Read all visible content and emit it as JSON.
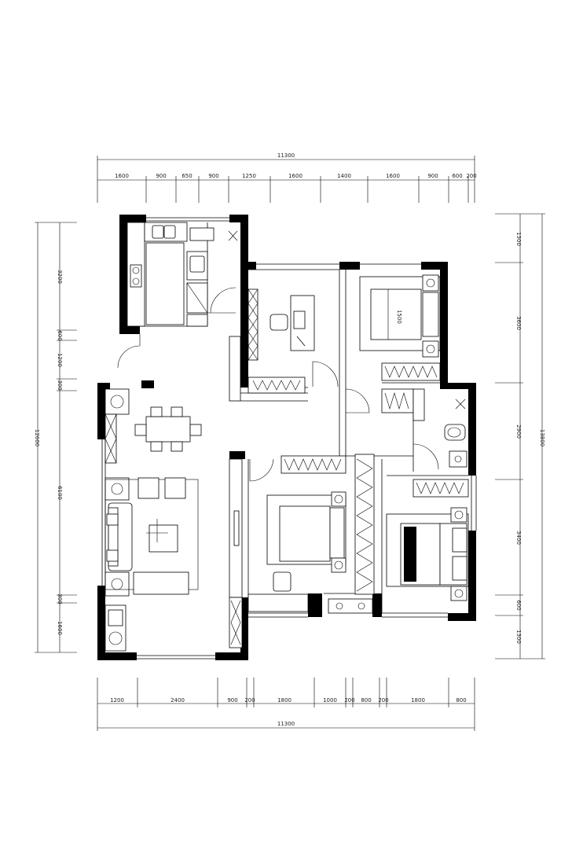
{
  "dimensions": {
    "top_total": "11300",
    "top_segments": [
      "1600",
      "900",
      "650",
      "900",
      "1250",
      "1600",
      "1400",
      "1600",
      "900",
      "600",
      "200"
    ],
    "bottom_total": "11300",
    "bottom_segments": [
      "1200",
      "2400",
      "900",
      "200",
      "1800",
      "1000",
      "200",
      "800",
      "200",
      "1800",
      "800"
    ],
    "left_total": "12600",
    "left_segments": [
      "3200",
      "600",
      "1200",
      "300",
      "6100",
      "300",
      "1600"
    ],
    "right_total": "13800",
    "right_segments": [
      "1300",
      "3600",
      "2900",
      "3400",
      "600",
      "1300"
    ]
  },
  "annotations": {
    "bed_size": "1500"
  }
}
